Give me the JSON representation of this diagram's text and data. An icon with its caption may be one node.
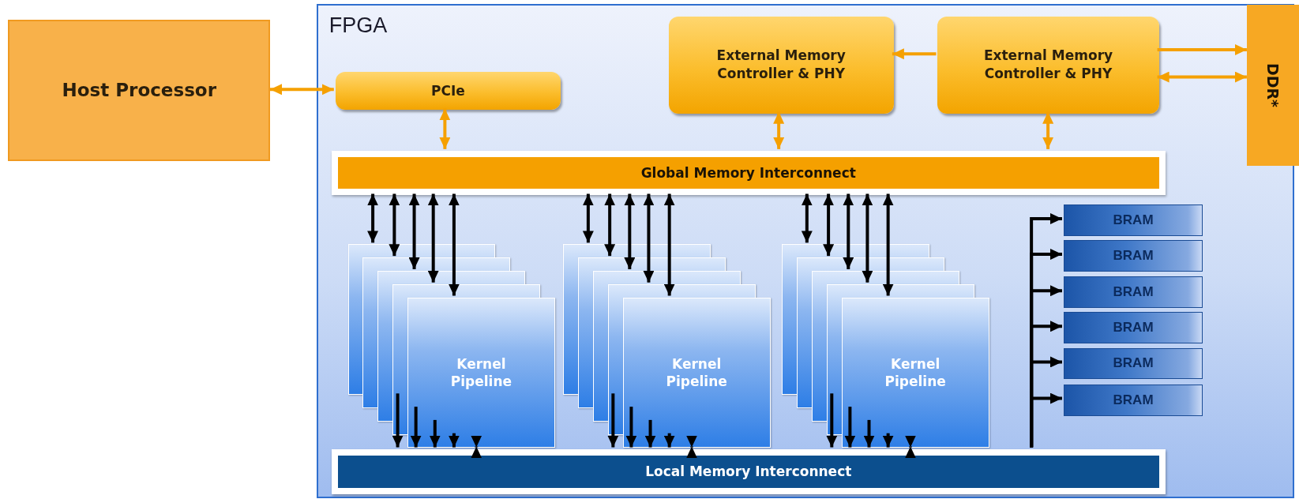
{
  "diagram": {
    "nodes": [
      {
        "text": [
          "Host Processor"
        ]
      },
      {
        "text": [
          "FPGA"
        ]
      },
      {
        "text": [
          "PCIe"
        ],
        "in": 1
      },
      {
        "text": [
          "External Memory Controller & PHY"
        ],
        "in": 1
      },
      {
        "text": [
          "External Memory Controller & PHY"
        ],
        "in": 1
      },
      {
        "text": [
          "DDR*"
        ]
      },
      {
        "text": [
          "Global Memory Interconnect"
        ],
        "in": 1
      },
      {
        "text": [
          "Kernel Pipeline"
        ],
        "in": 1
      },
      {
        "text": [
          "Kernel Pipeline"
        ],
        "in": 1
      },
      {
        "text": [
          "Kernel Pipeline"
        ],
        "in": 1
      },
      {
        "text": [
          "BRAM"
        ],
        "in": 1
      },
      {
        "text": [
          "BRAM"
        ],
        "in": 1
      },
      {
        "text": [
          "BRAM"
        ],
        "in": 1
      },
      {
        "text": [
          "BRAM"
        ],
        "in": 1
      },
      {
        "text": [
          "BRAM"
        ],
        "in": 1
      },
      {
        "text": [
          "BRAM"
        ],
        "in": 1
      },
      {
        "text": [
          "Local Memory Interconnect"
        ],
        "in": 1
      }
    ],
    "edges": [
      {
        "from": 0,
        "to": 2,
        "arrow": "both",
        "color": "#f5a000"
      },
      {
        "from": 2,
        "to": 6,
        "arrow": "both",
        "color": "#f5a000"
      },
      {
        "from": 4,
        "to": 3,
        "arrow": "to",
        "color": "#f5a000"
      },
      {
        "from": 4,
        "to": 5,
        "arrow": "to",
        "color": "#f5a000"
      },
      {
        "from": 4,
        "to": 5,
        "arrow": "both",
        "color": "#f5a000"
      },
      {
        "from": 3,
        "to": 6,
        "arrow": "both",
        "color": "#f5a000"
      },
      {
        "from": 4,
        "to": 6,
        "arrow": "both",
        "color": "#f5a000"
      },
      {
        "from": 6,
        "to": 7,
        "arrow": "both"
      },
      {
        "from": 6,
        "to": 7,
        "arrow": "both"
      },
      {
        "from": 6,
        "to": 7,
        "arrow": "both"
      },
      {
        "from": 6,
        "to": 7,
        "arrow": "both"
      },
      {
        "from": 6,
        "to": 7,
        "arrow": "both"
      },
      {
        "from": 6,
        "to": 8,
        "arrow": "both"
      },
      {
        "from": 6,
        "to": 8,
        "arrow": "both"
      },
      {
        "from": 6,
        "to": 8,
        "arrow": "both"
      },
      {
        "from": 6,
        "to": 8,
        "arrow": "both"
      },
      {
        "from": 6,
        "to": 8,
        "arrow": "both"
      },
      {
        "from": 6,
        "to": 9,
        "arrow": "both"
      },
      {
        "from": 6,
        "to": 9,
        "arrow": "both"
      },
      {
        "from": 6,
        "to": 9,
        "arrow": "both"
      },
      {
        "from": 6,
        "to": 9,
        "arrow": "both"
      },
      {
        "from": 6,
        "to": 9,
        "arrow": "both"
      },
      {
        "from": 7,
        "to": 16,
        "arrow": "to"
      },
      {
        "from": 7,
        "to": 16,
        "arrow": "to"
      },
      {
        "from": 7,
        "to": 16,
        "arrow": "to"
      },
      {
        "from": 7,
        "to": 16,
        "arrow": "to"
      },
      {
        "from": 7,
        "to": 16,
        "arrow": "both"
      },
      {
        "from": 8,
        "to": 16,
        "arrow": "to"
      },
      {
        "from": 8,
        "to": 16,
        "arrow": "to"
      },
      {
        "from": 8,
        "to": 16,
        "arrow": "to"
      },
      {
        "from": 8,
        "to": 16,
        "arrow": "to"
      },
      {
        "from": 8,
        "to": 16,
        "arrow": "both"
      },
      {
        "from": 9,
        "to": 16,
        "arrow": "to"
      },
      {
        "from": 9,
        "to": 16,
        "arrow": "to"
      },
      {
        "from": 9,
        "to": 16,
        "arrow": "to"
      },
      {
        "from": 9,
        "to": 16,
        "arrow": "to"
      },
      {
        "from": 9,
        "to": 16,
        "arrow": "both"
      },
      {
        "from": 16,
        "to": 10,
        "arrow": "to"
      },
      {
        "from": 16,
        "to": 11,
        "arrow": "to"
      },
      {
        "from": 16,
        "to": 12,
        "arrow": "to"
      },
      {
        "from": 16,
        "to": 13,
        "arrow": "to"
      },
      {
        "from": 16,
        "to": 14,
        "arrow": "to"
      },
      {
        "from": 16,
        "to": 15,
        "arrow": "to"
      }
    ]
  }
}
